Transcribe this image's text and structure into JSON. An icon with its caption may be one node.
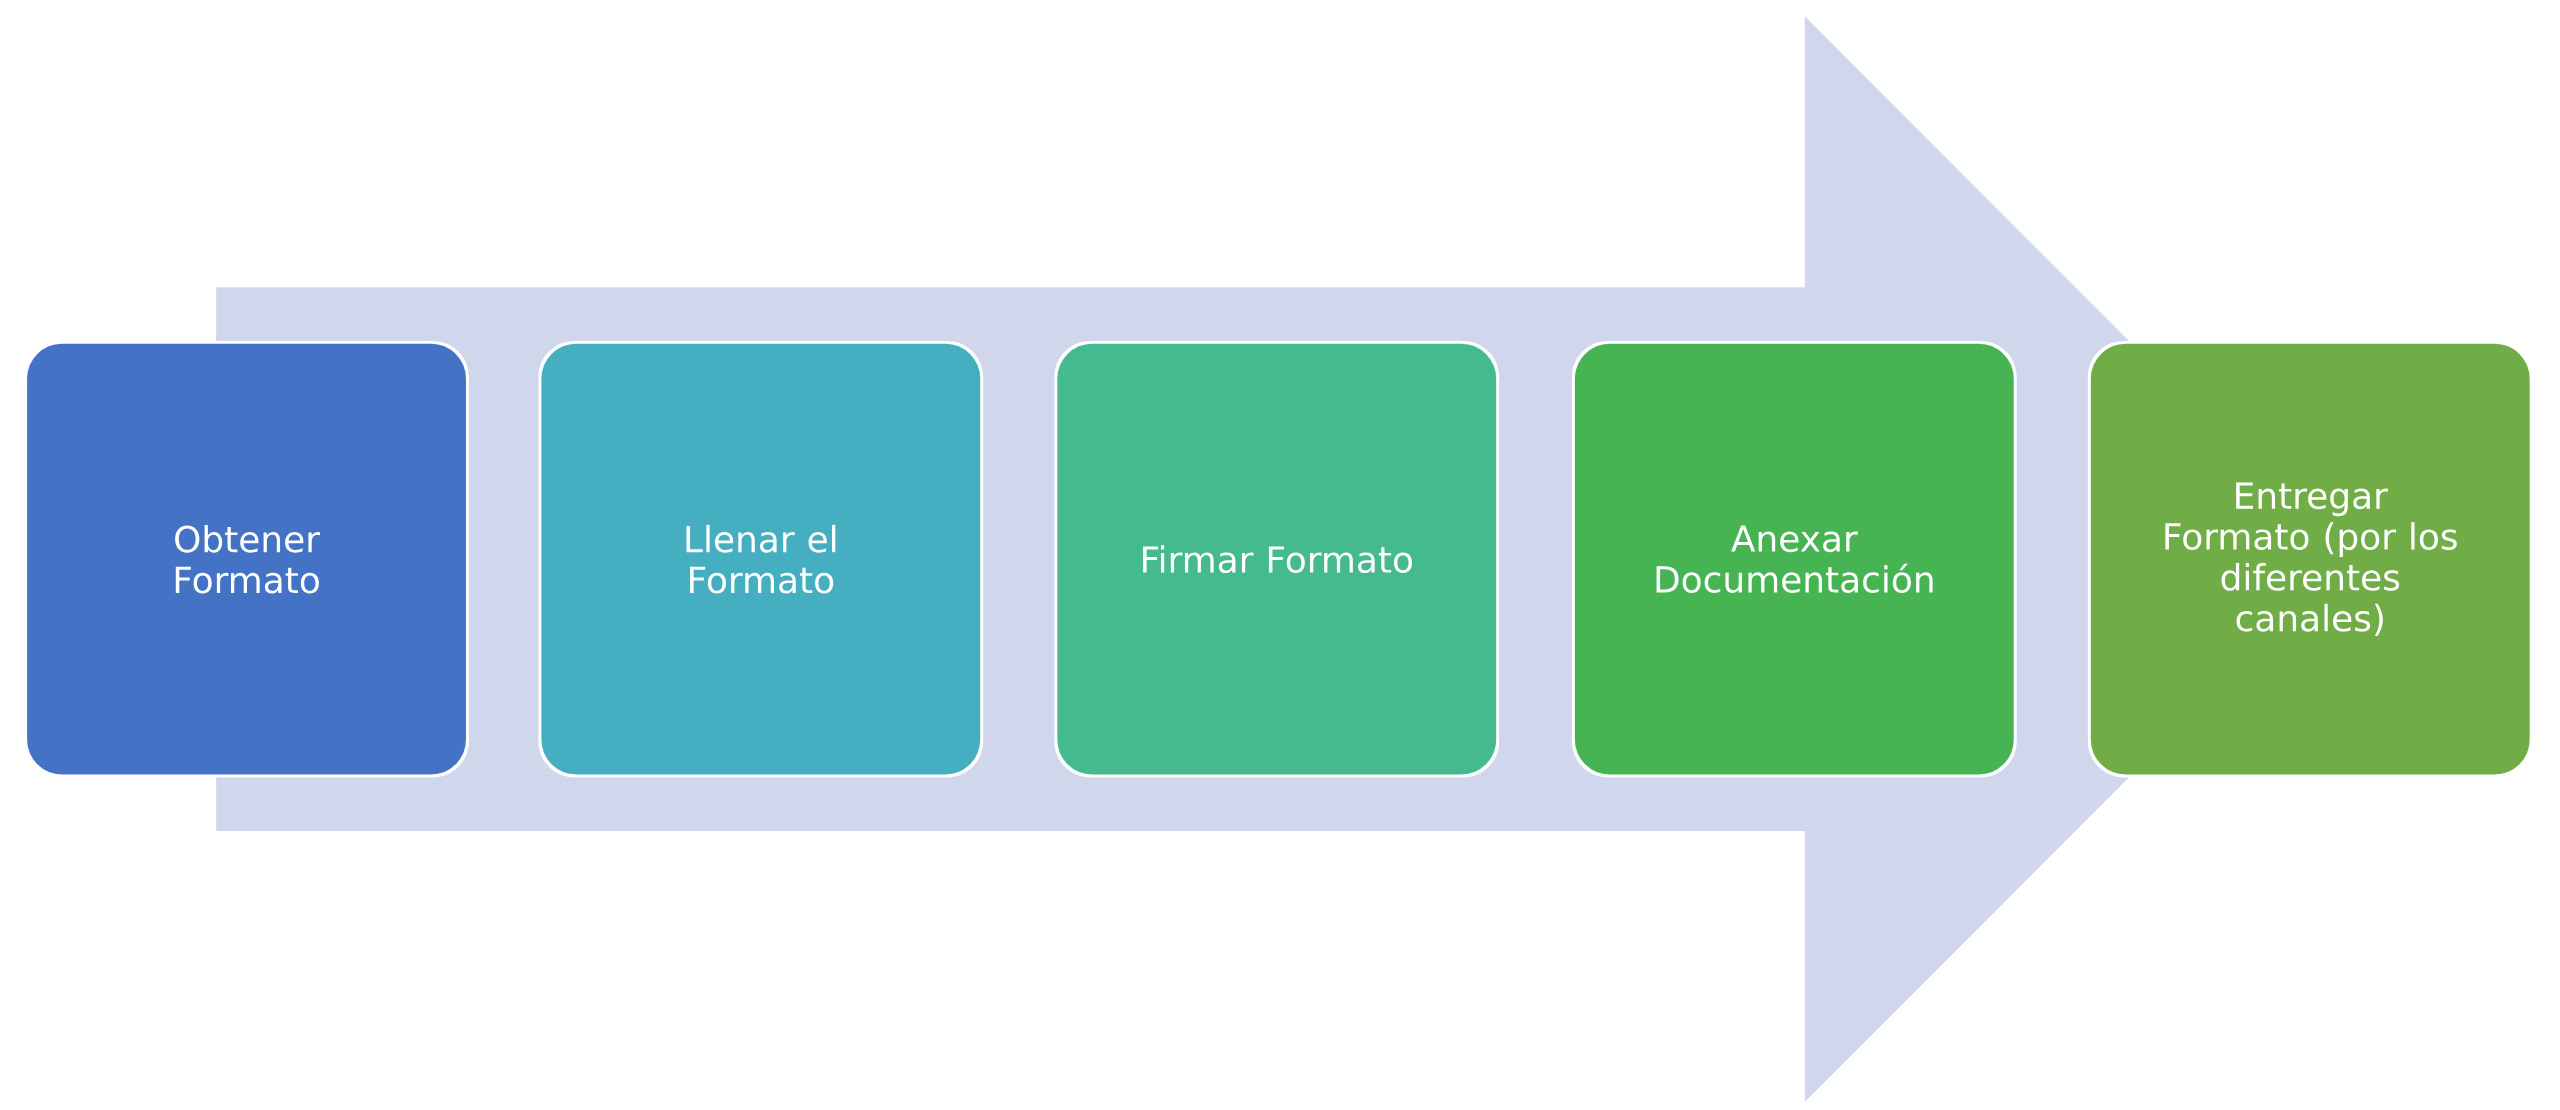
{
  "diagram": {
    "nodes": [
      {
        "text": [
          "Obtener Formato"
        ]
      },
      {
        "text": [
          "Llenar el Formato"
        ]
      },
      {
        "text": [
          "Firmar Formato"
        ]
      },
      {
        "text": [
          "Anexar Documentación"
        ]
      },
      {
        "text": [
          "Entregar Formato (por los diferentes canales)"
        ]
      }
    ],
    "edges": [
      {
        "from": 0,
        "to": 4,
        "arrow": "to"
      }
    ]
  }
}
